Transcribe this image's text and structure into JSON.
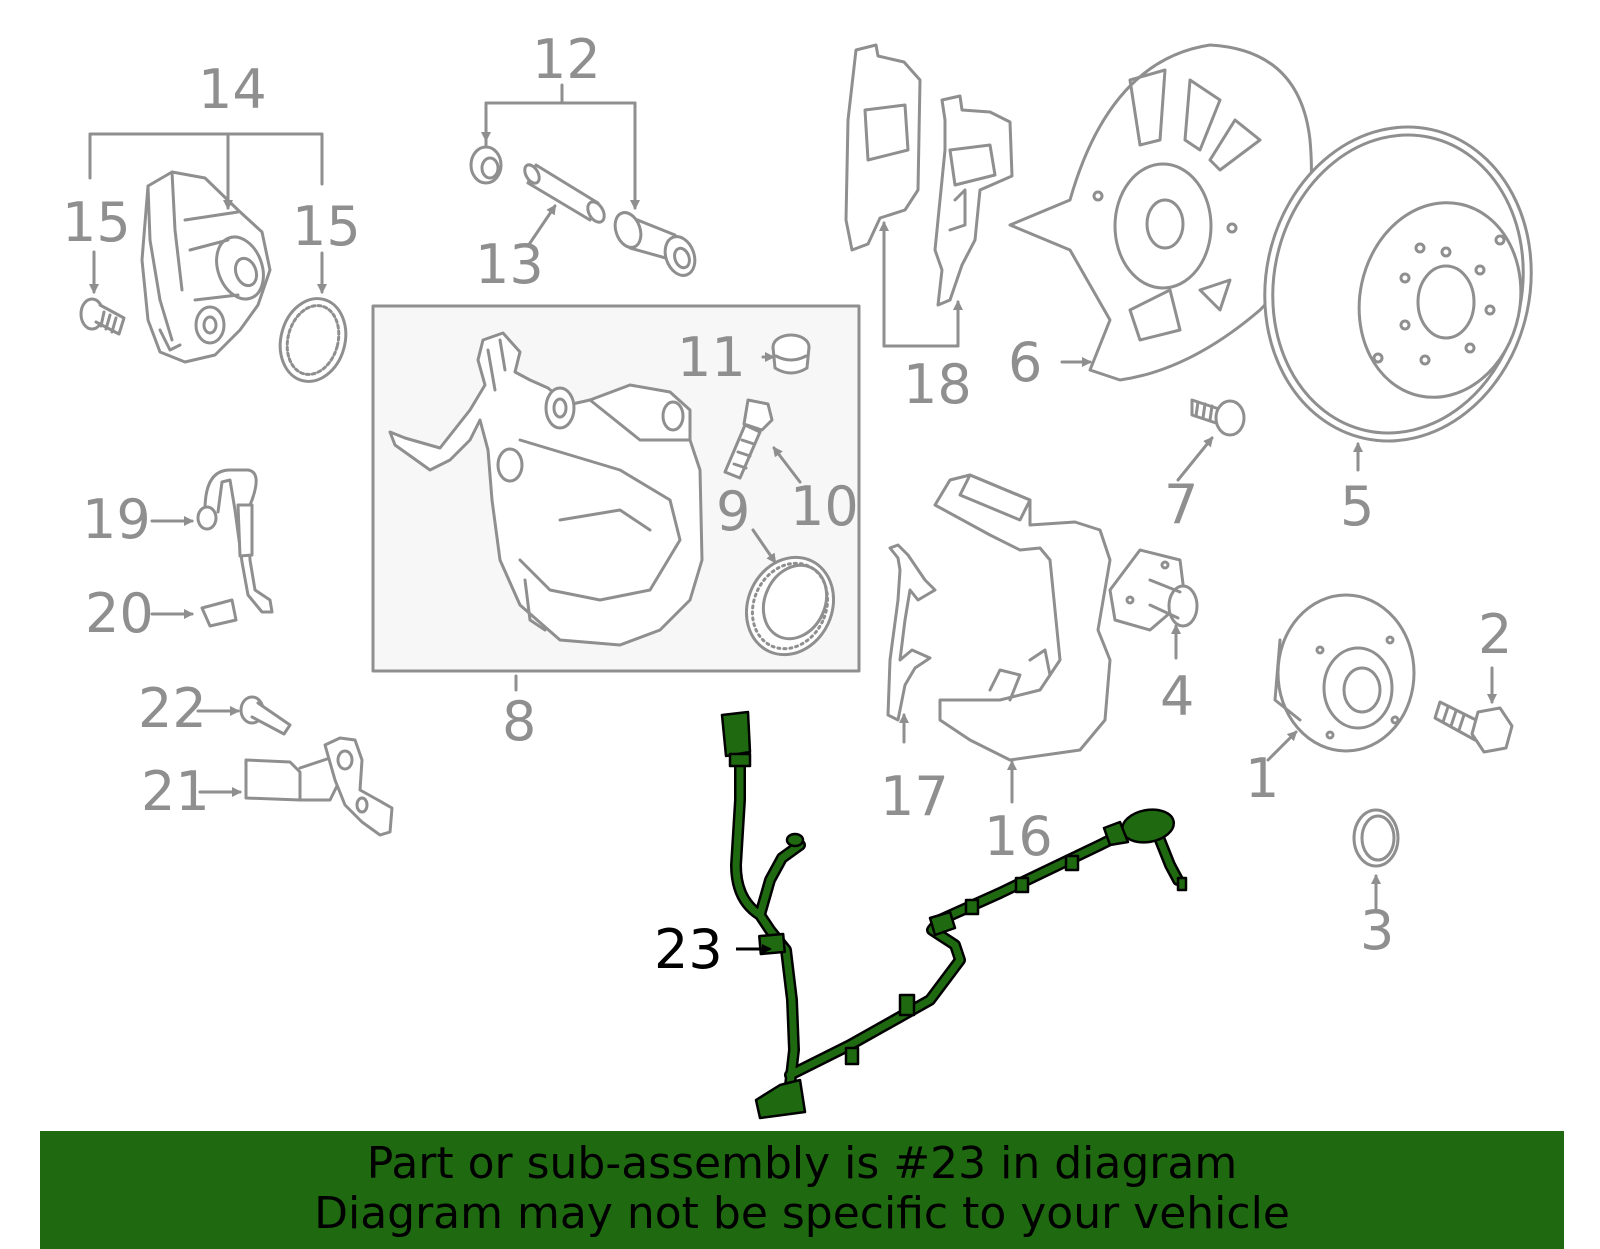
{
  "callouts": [
    {
      "id": "1",
      "text": "1"
    },
    {
      "id": "2",
      "text": "2"
    },
    {
      "id": "3",
      "text": "3"
    },
    {
      "id": "4",
      "text": "4"
    },
    {
      "id": "5",
      "text": "5"
    },
    {
      "id": "6",
      "text": "6"
    },
    {
      "id": "7",
      "text": "7"
    },
    {
      "id": "8",
      "text": "8"
    },
    {
      "id": "9",
      "text": "9"
    },
    {
      "id": "10",
      "text": "10"
    },
    {
      "id": "11",
      "text": "11"
    },
    {
      "id": "12",
      "text": "12"
    },
    {
      "id": "13",
      "text": "13"
    },
    {
      "id": "14",
      "text": "14"
    },
    {
      "id": "15a",
      "text": "15"
    },
    {
      "id": "15b",
      "text": "15"
    },
    {
      "id": "16",
      "text": "16"
    },
    {
      "id": "17",
      "text": "17"
    },
    {
      "id": "18",
      "text": "18"
    },
    {
      "id": "19",
      "text": "19"
    },
    {
      "id": "20",
      "text": "20"
    },
    {
      "id": "21",
      "text": "21"
    },
    {
      "id": "22",
      "text": "22"
    },
    {
      "id": "23",
      "text": "23"
    }
  ],
  "highlight": {
    "part": "23",
    "color": "#1f6a10"
  },
  "colors": {
    "line": "#8f8f8f",
    "fill": "#ffffff",
    "box_fill": "#f7f7f7",
    "banner_bg": "#1f6a10",
    "banner_text": "#000000"
  },
  "banner": {
    "line1": "Part or sub-assembly is #23 in diagram",
    "line2": "Diagram may not be specific to your vehicle"
  }
}
